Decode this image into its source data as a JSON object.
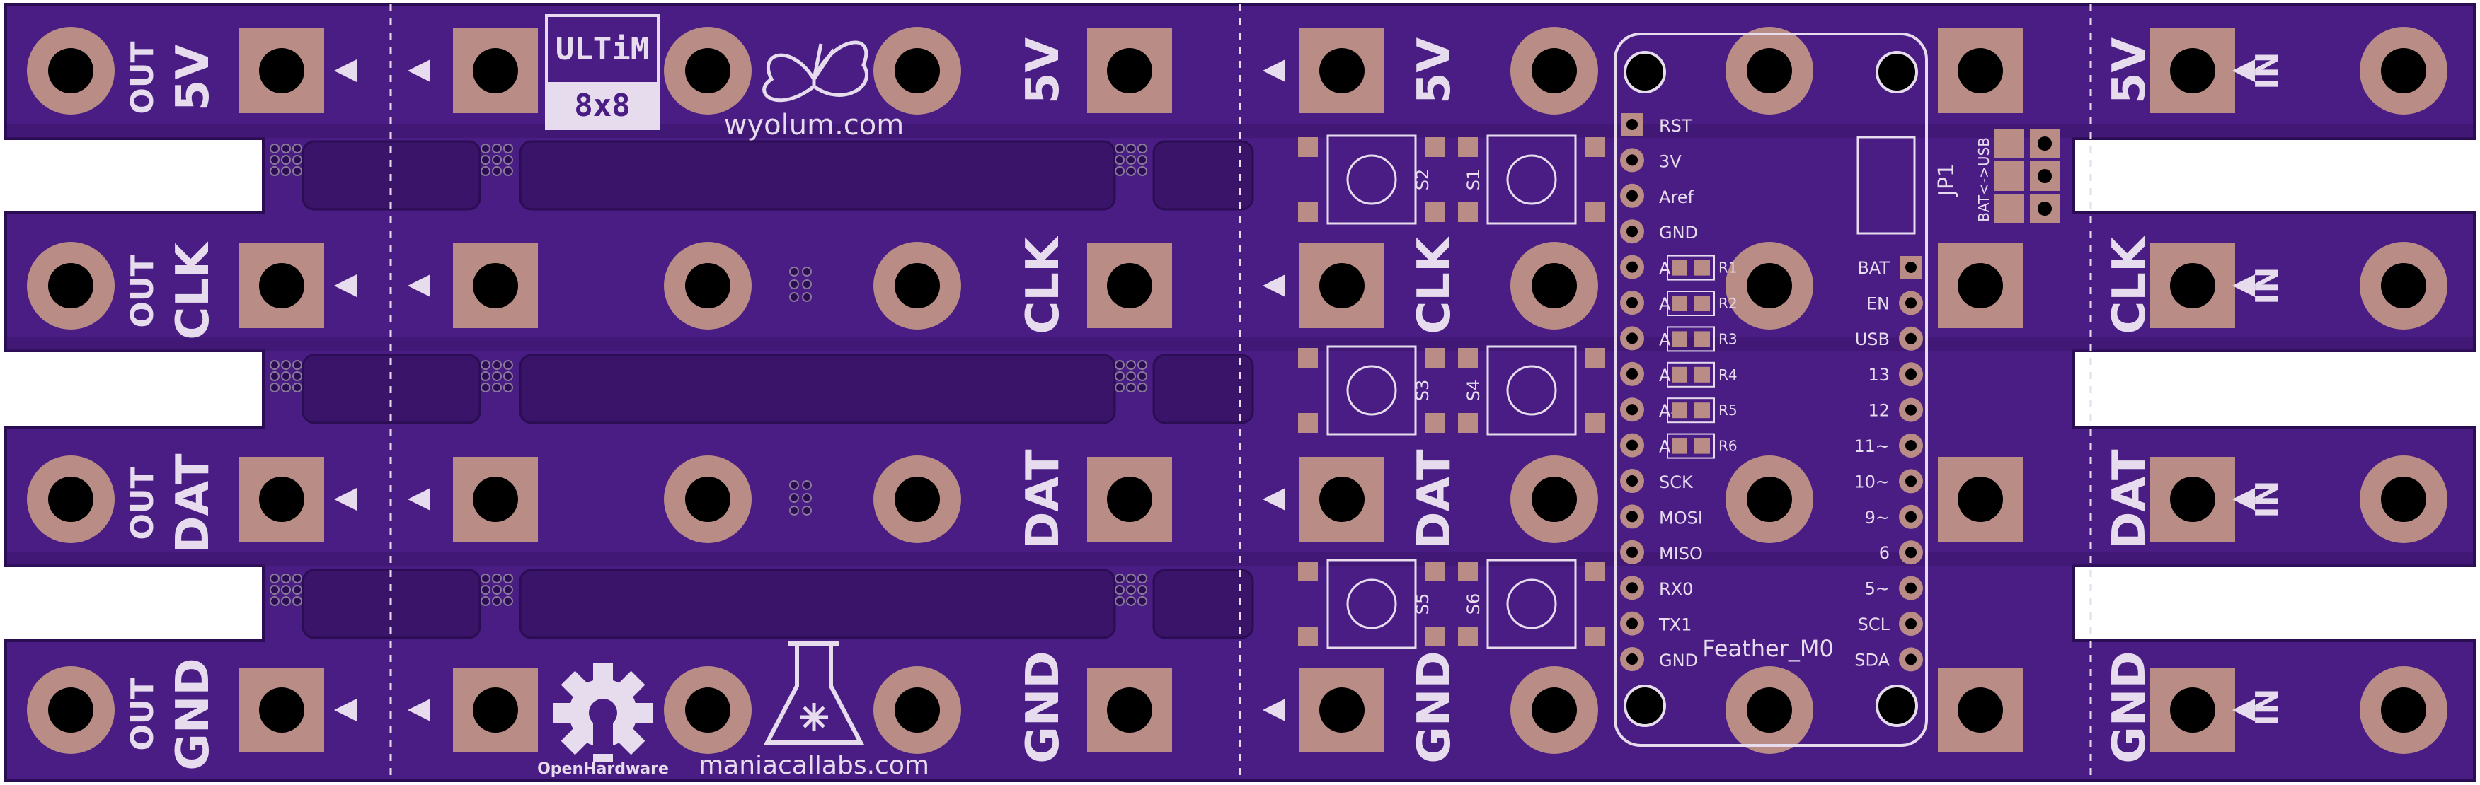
{
  "colors": {
    "board": "#4a1d85",
    "board_dark": "#3a1469",
    "board_edge": "#2a0d52",
    "copper_pad": "#b98c86",
    "silkscreen": "#e6dced",
    "drill": "#000000",
    "background": "#ffffff"
  },
  "logo": {
    "title": "ULTiM",
    "subtitle": "8x8",
    "website": "wyolum.com",
    "icon": "butterfly-icon"
  },
  "bottom_logos": {
    "open_hardware_label": "OpenHardware",
    "open_hardware_icon": "gear-keyhole-icon",
    "flask_icon": "flask-icon",
    "website": "maniacallabs.com"
  },
  "rails": [
    {
      "signal": "5V"
    },
    {
      "signal": "CLK"
    },
    {
      "signal": "DAT"
    },
    {
      "signal": "GND"
    }
  ],
  "labels": {
    "out": "OUT",
    "in": "IN"
  },
  "switches": [
    "S2",
    "S1",
    "S3",
    "S4",
    "S5",
    "S6"
  ],
  "resistors": [
    "R1",
    "R2",
    "R3",
    "R4",
    "R5",
    "R6"
  ],
  "feather": {
    "name": "Feather_M0",
    "left_pins": [
      "RST",
      "3V",
      "Aref",
      "GND",
      "A0",
      "A1",
      "A2",
      "A3",
      "A4",
      "A5",
      "SCK",
      "MOSI",
      "MISO",
      "RX0",
      "TX1",
      "GND"
    ],
    "right_pins": [
      "BAT",
      "EN",
      "USB",
      "13",
      "12",
      "11~",
      "10~",
      "9~",
      "6",
      "5~",
      "SCL",
      "SDA"
    ]
  },
  "jumper": {
    "name": "JP1",
    "label": "BAT<->USB"
  }
}
